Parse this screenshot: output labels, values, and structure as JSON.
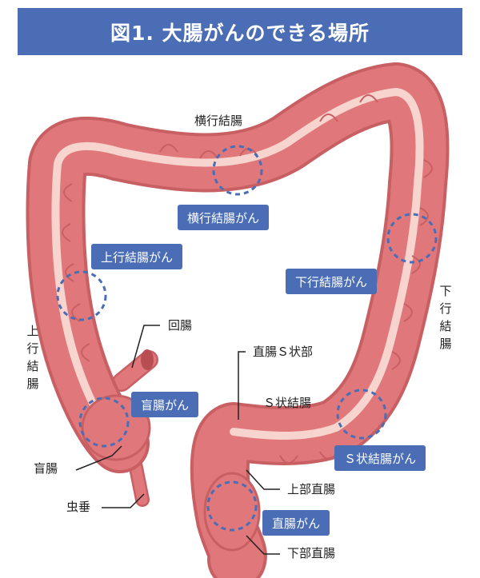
{
  "title": "図1. 大腸がんのできる場所",
  "labels": {
    "transverse_colon": "横行結腸",
    "ascending_colon": "上行結腸",
    "descending_colon": "下行結腸",
    "ileum": "回腸",
    "rectosigmoid": "直腸Ｓ状部",
    "sigmoid_colon": "Ｓ状結腸",
    "cecum": "盲腸",
    "upper_rectum": "上部直腸",
    "appendix": "虫垂",
    "lower_rectum": "下部直腸"
  },
  "cancer_labels": {
    "transverse": "横行結腸がん",
    "ascending": "上行結腸がん",
    "descending": "下行結腸がん",
    "cecum": "盲腸がん",
    "sigmoid": "Ｓ状結腸がん",
    "rectum": "直腸がん"
  },
  "colors": {
    "header_bg": "#4a6db5",
    "intestine": "#e0787b",
    "intestine_outline": "#c85f63",
    "lumen": "#f8d4cf",
    "circle_dash": "#4a6db5"
  }
}
